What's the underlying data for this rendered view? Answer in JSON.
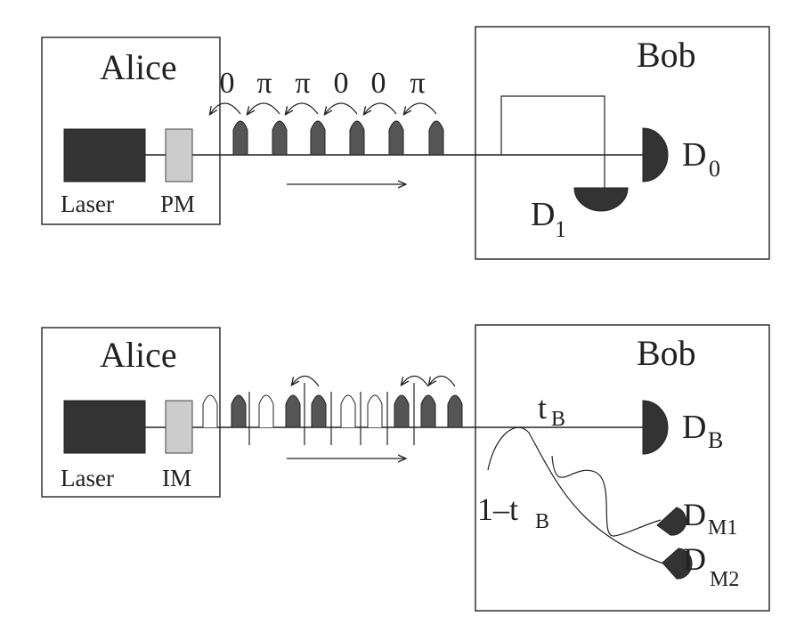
{
  "colors": {
    "laser": "#333333",
    "modulator": "#cccccc",
    "pulse_filled": "#555555",
    "detector": "#333333",
    "line": "#222222"
  },
  "top": {
    "alice_label": "Alice",
    "bob_label": "Bob",
    "laser_label": "Laser",
    "modulator_label": "PM",
    "phases": [
      "0",
      "π",
      "π",
      "0",
      "0",
      "π"
    ],
    "d0_label": "D",
    "d0_sub": "0",
    "d1_label": "D",
    "d1_sub": "1"
  },
  "bottom": {
    "alice_label": "Alice",
    "bob_label": "Bob",
    "laser_label": "Laser",
    "modulator_label": "IM",
    "transmission_label": "t",
    "transmission_sub": "B",
    "loss_label_prefix": "1–t",
    "loss_sub": "B",
    "db_label": "D",
    "db_sub": "B",
    "dm1_label": "D",
    "dm1_sub": "M1",
    "dm2_label": "D",
    "dm2_sub": "M2",
    "pulse_pattern": [
      "empty",
      "filled",
      "empty",
      "filled",
      "filled",
      "empty",
      "empty",
      "filled",
      "filled",
      "filled"
    ]
  }
}
